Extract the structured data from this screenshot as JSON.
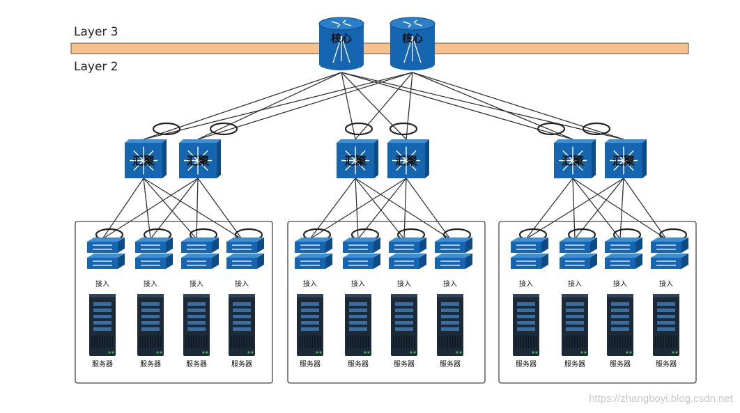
{
  "layer3_label": "Layer 3",
  "layer2_label": "Layer 2",
  "core_label": "核心",
  "aggregation_label": "汇聚",
  "access_label": "接入",
  "server_label": "服务器",
  "watermark": "https://zhangboyi.blog.csdn.net",
  "colors": {
    "device_blue": "#1565b0",
    "device_dark": "#0d4a86",
    "layer_bar": "#f8c08a",
    "server_body": "#1c2a38",
    "line": "#333333"
  },
  "topology": {
    "core_count": 2,
    "pods": 3,
    "aggregation_per_pod": 2,
    "access_per_pod": 4,
    "servers_per_pod": 4
  }
}
